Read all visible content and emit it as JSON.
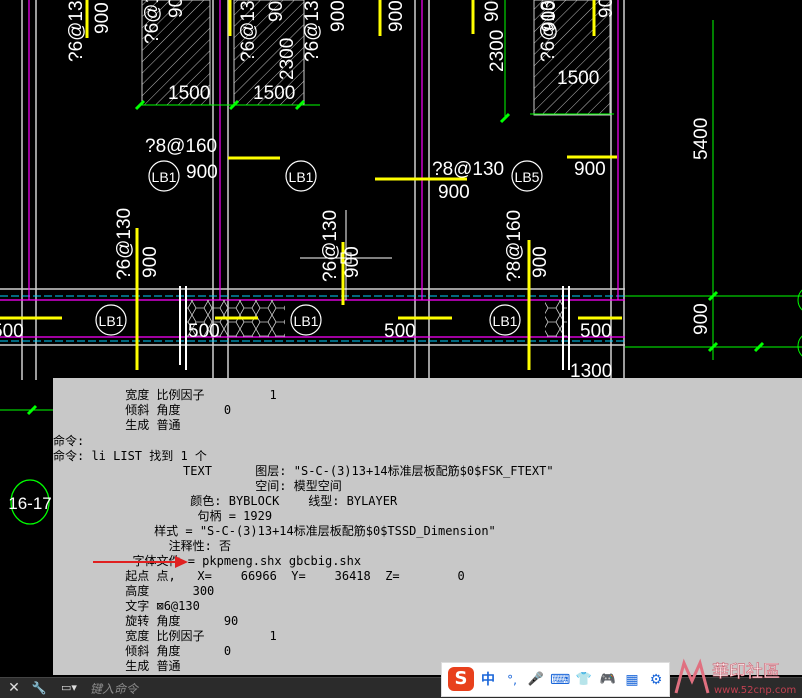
{
  "drawing": {
    "labels": {
      "rebar_6_130": "?6@130",
      "rebar_8_160": "?8@160",
      "rebar_8_130": "?8@130",
      "dim_900": "900",
      "dim_1500": "1500",
      "dim_2300": "2300",
      "dim_500": "500",
      "dim_5400": "5400",
      "dim_1300": "1300",
      "slab_lb1": "LB1",
      "slab_lb5": "LB5",
      "axis_tag": "16-17"
    }
  },
  "text_window": {
    "lines": [
      "          宽度 比例因子         1",
      "          倾斜 角度      0",
      "          生成 普通",
      "命令:",
      "命令: li LIST 找到 1 个",
      "                  TEXT      图层: \"S-C-(3)13+14标准层板配筋$0$FSK_FTEXT\"",
      "                            空间: 模型空间",
      "                   颜色: BYBLOCK    线型: BYLAYER",
      "                    句柄 = 1929",
      "              样式 = \"S-C-(3)13+14标准层板配筋$0$TSSD_Dimension\"",
      "                注释性: 否",
      "           字体文件 = pkpmeng.shx gbcbig.shx",
      "          起点 点,   X=    66966  Y=    36418  Z=        0",
      "          高度      300",
      "          文字 ⊠6@130",
      "          旋转 角度      90",
      "          宽度 比例因子         1",
      "          倾斜 角度      0",
      "          生成 普通"
    ]
  },
  "command_bar": {
    "placeholder": "键入命令",
    "close_glyph": "✕",
    "wrench_glyph": "🔧",
    "prompt_glyph": "▭▾"
  },
  "ime_bar": {
    "logo": "S",
    "mode": "中",
    "punct": "°,",
    "mic": "🎤",
    "keyboard": "⌨",
    "skin": "👕",
    "games": "🎮",
    "apps": "▦",
    "settings": "⚙"
  },
  "watermark": {
    "brand": "華印社區",
    "url": "www.52cnp.com"
  },
  "colors": {
    "cad_bg": "#000000",
    "grid_white": "#ffffff",
    "rebar_yellow": "#ffff00",
    "dim_green": "#00ff00",
    "wall_magenta": "#ff00ff",
    "axis_cyan": "#00ffff",
    "text_window_bg": "#c8c8c8",
    "arrow_red": "#e02020"
  }
}
